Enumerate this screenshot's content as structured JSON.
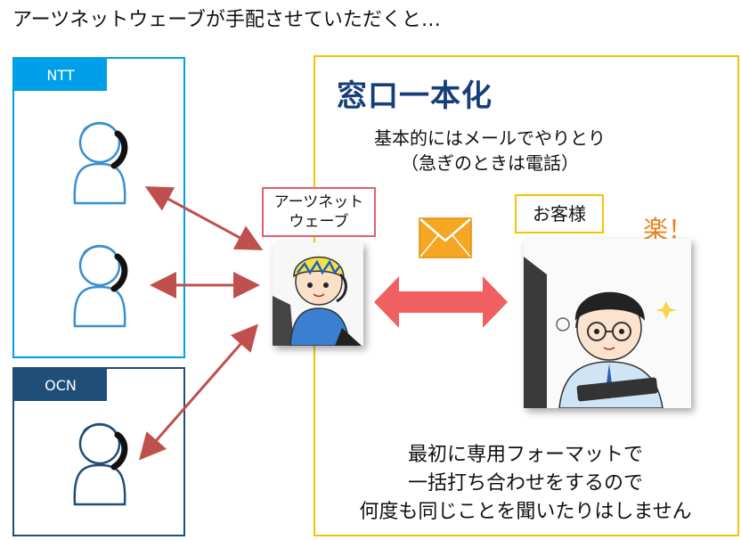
{
  "heading": "アーツネットウェーブが手配させていただくと…",
  "providers": [
    {
      "label": "NTT",
      "color": "#00a0e9"
    },
    {
      "label": "OCN",
      "color": "#1f4e79"
    }
  ],
  "window": {
    "title": "窓口一本化",
    "subtitle_line1": "基本的にはメールでやりとり",
    "subtitle_line2": "（急ぎのときは電話）",
    "border_color": "#f5c400",
    "title_color": "#173e7a"
  },
  "artsnet": {
    "line1": "アーツネット",
    "line2": "ウェーブ",
    "border_color": "#e06070"
  },
  "customer": {
    "label": "お客様",
    "exclaim": "楽！",
    "border_color": "#f5c400",
    "exclaim_color": "#e8821e"
  },
  "conclusion": {
    "line1": "最初に専用フォーマットで",
    "line2": "一括打ち合わせをするので",
    "line3": "何度も同じことを聞いたりはしません"
  },
  "colors": {
    "arrow": "#c0504d",
    "big_arrow": "#f06060",
    "envelope": "#f5a623"
  },
  "icons": [
    "person-headset-icon",
    "envelope-icon",
    "double-arrow-icon"
  ]
}
